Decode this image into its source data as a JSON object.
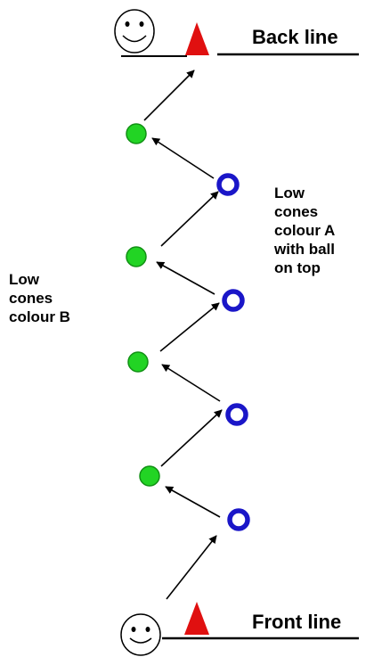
{
  "labels": {
    "back_line": "Back line",
    "front_line": "Front line",
    "colour_a": [
      "Low",
      "cones",
      "colour A",
      "with ball",
      "on top"
    ],
    "colour_b": [
      "Low",
      "cones",
      "colour B"
    ]
  },
  "colors": {
    "colour_a_cone": "#1a16c8",
    "colour_b_cone": "#22d424",
    "marker_cone": "#e01010",
    "line": "#000000"
  }
}
